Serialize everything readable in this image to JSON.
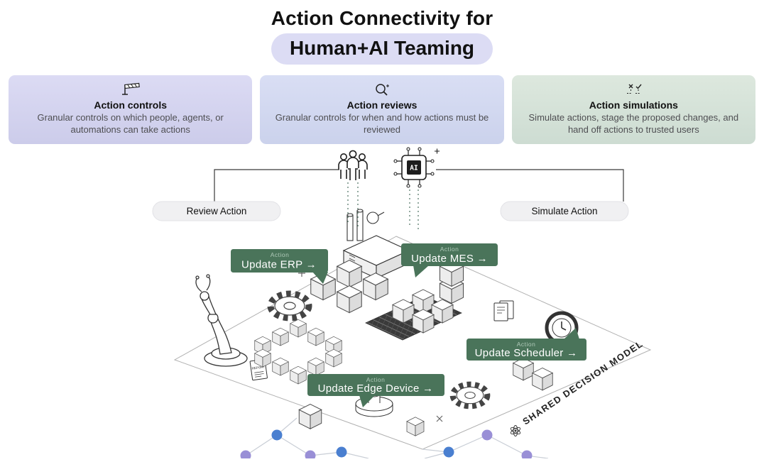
{
  "title": {
    "line1": "Action Connectivity for",
    "line2": "Human+AI Teaming"
  },
  "cards": [
    {
      "icon": "barrier-icon",
      "title": "Action controls",
      "description": "Granular controls on which people, agents, or automations can take actions"
    },
    {
      "icon": "magnifier-icon",
      "title": "Action reviews",
      "description": "Granular controls for when and how actions must be reviewed"
    },
    {
      "icon": "simulation-icon",
      "title": "Action simulations",
      "description": "Simulate actions, stage the proposed changes, and hand off actions to trusted users"
    }
  ],
  "diagram": {
    "left_pill": "Review Action",
    "right_pill": "Simulate Action",
    "ai_chip_label": "AI",
    "report_label": "REPORT",
    "shared_model_label": "SHARED DECISION MODEL",
    "tags": [
      {
        "kicker": "Action",
        "label": "Update ERP →"
      },
      {
        "kicker": "Action",
        "label": "Update MES →"
      },
      {
        "kicker": "Action",
        "label": "Update Scheduler →"
      },
      {
        "kicker": "Action",
        "label": "Update Edge Device →"
      }
    ]
  },
  "colors": {
    "tag_green": "#4a745a",
    "title_pill": "#dcdcf4",
    "node_blue": "#4a7fd0",
    "node_purple": "#998fd6"
  }
}
